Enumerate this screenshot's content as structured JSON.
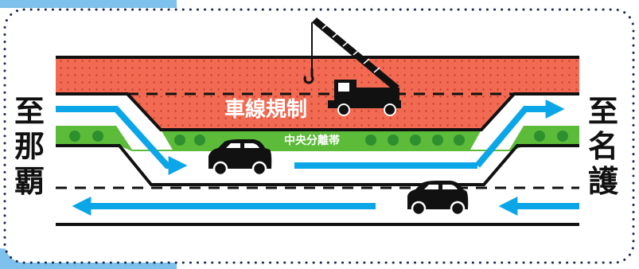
{
  "labels": {
    "restriction": "車線規制",
    "median": "中央分離帯",
    "left_direction": [
      "至",
      "那",
      "覇"
    ],
    "right_direction": [
      "至",
      "名",
      "護"
    ]
  },
  "colors": {
    "restriction_zone": "#F26A52",
    "median": "#5DBB3A",
    "median_dots": "#2E8F2E",
    "flow_arrows": "#0AA6E8",
    "frame_dots": "#1E2A55",
    "corner_accent": "#7DC1EC"
  },
  "icons": [
    "crane-truck-icon",
    "car-icon",
    "car-icon"
  ]
}
